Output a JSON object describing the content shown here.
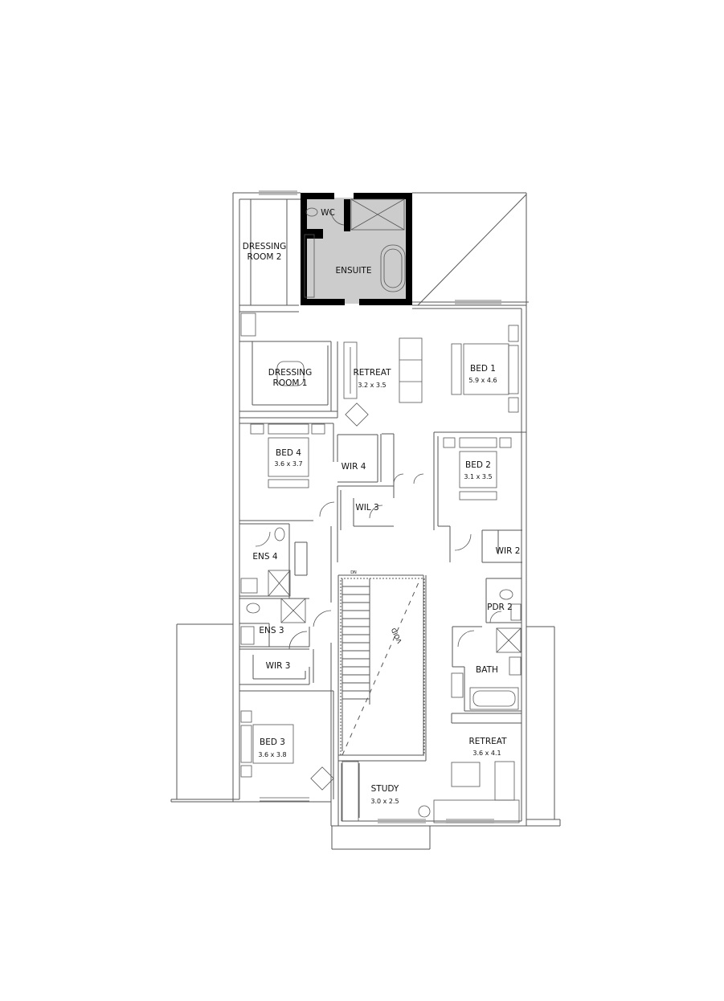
{
  "plan": {
    "rooms": [
      {
        "id": "wc",
        "name": "WC"
      },
      {
        "id": "dressing-room-2",
        "name": "DRESSING",
        "name2": "ROOM 2"
      },
      {
        "id": "ensuite",
        "name": "ENSUITE"
      },
      {
        "id": "dressing-room-1",
        "name": "DRESSING",
        "name2": "ROOM 1"
      },
      {
        "id": "retreat-upper",
        "name": "RETREAT",
        "size": "3.2 x 3.5"
      },
      {
        "id": "bed-1",
        "name": "BED 1",
        "size": "5.9 x 4.6"
      },
      {
        "id": "bed-4",
        "name": "BED 4",
        "size": "3.6 x 3.7"
      },
      {
        "id": "wir-4",
        "name": "WIR 4"
      },
      {
        "id": "bed-2",
        "name": "BED 2",
        "size": "3.1 x 3.5"
      },
      {
        "id": "wil-3",
        "name": "WIL 3"
      },
      {
        "id": "ens-4",
        "name": "ENS 4"
      },
      {
        "id": "wir-2",
        "name": "WIR 2"
      },
      {
        "id": "pdr-2",
        "name": "PDR 2"
      },
      {
        "id": "ens-3",
        "name": "ENS 3"
      },
      {
        "id": "bath",
        "name": "BATH"
      },
      {
        "id": "wir-3",
        "name": "WIR 3"
      },
      {
        "id": "retreat-lower",
        "name": "RETREAT",
        "size": "3.6 x 4.1"
      },
      {
        "id": "bed-3",
        "name": "BED 3",
        "size": "3.6 x 3.8"
      },
      {
        "id": "study",
        "name": "STUDY",
        "size": "3.0 x 2.5"
      }
    ],
    "void_label": "VOID",
    "stair_label": "DN",
    "colors": {
      "wall": "#555555",
      "thick_wall": "#000000",
      "ensuite_fill": "#cccccc"
    }
  }
}
